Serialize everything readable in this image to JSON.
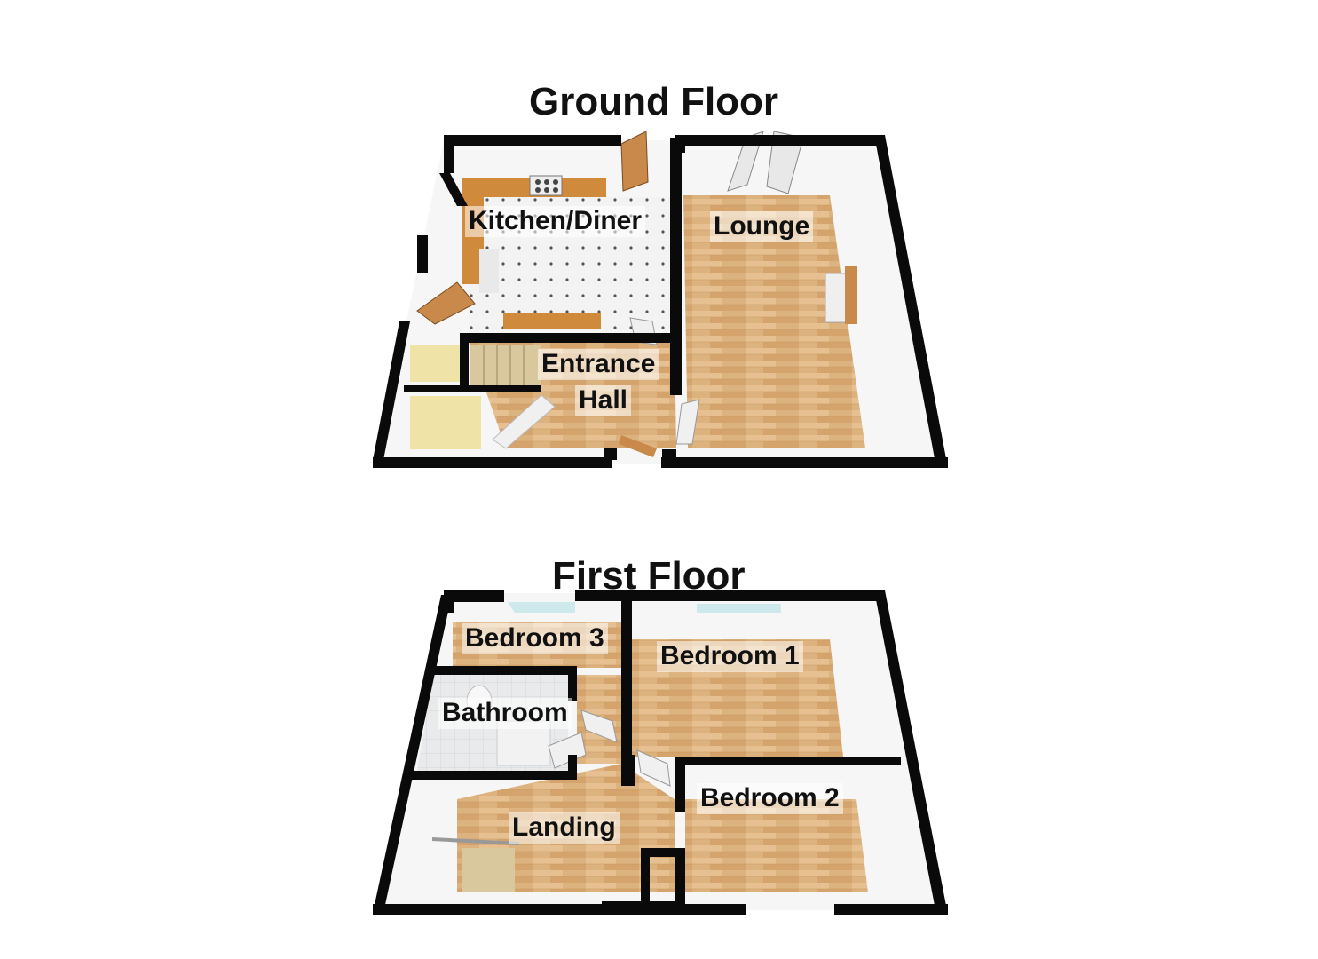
{
  "floors": [
    {
      "title": "Ground Floor",
      "rooms": [
        "Kitchen/Diner",
        "Lounge",
        "Entrance",
        "Hall"
      ]
    },
    {
      "title": "First Floor",
      "rooms": [
        "Bedroom 3",
        "Bedroom 1",
        "Bathroom",
        "Bedroom 2",
        "Landing"
      ]
    }
  ],
  "colors": {
    "wall": "#0a0a0a",
    "wood": "#d9b07c",
    "tile": "#f2f2f2",
    "bath_tile": "#e4e6e8",
    "wall_face": "#f7f7f7",
    "cabinet": "#d08a3c"
  }
}
